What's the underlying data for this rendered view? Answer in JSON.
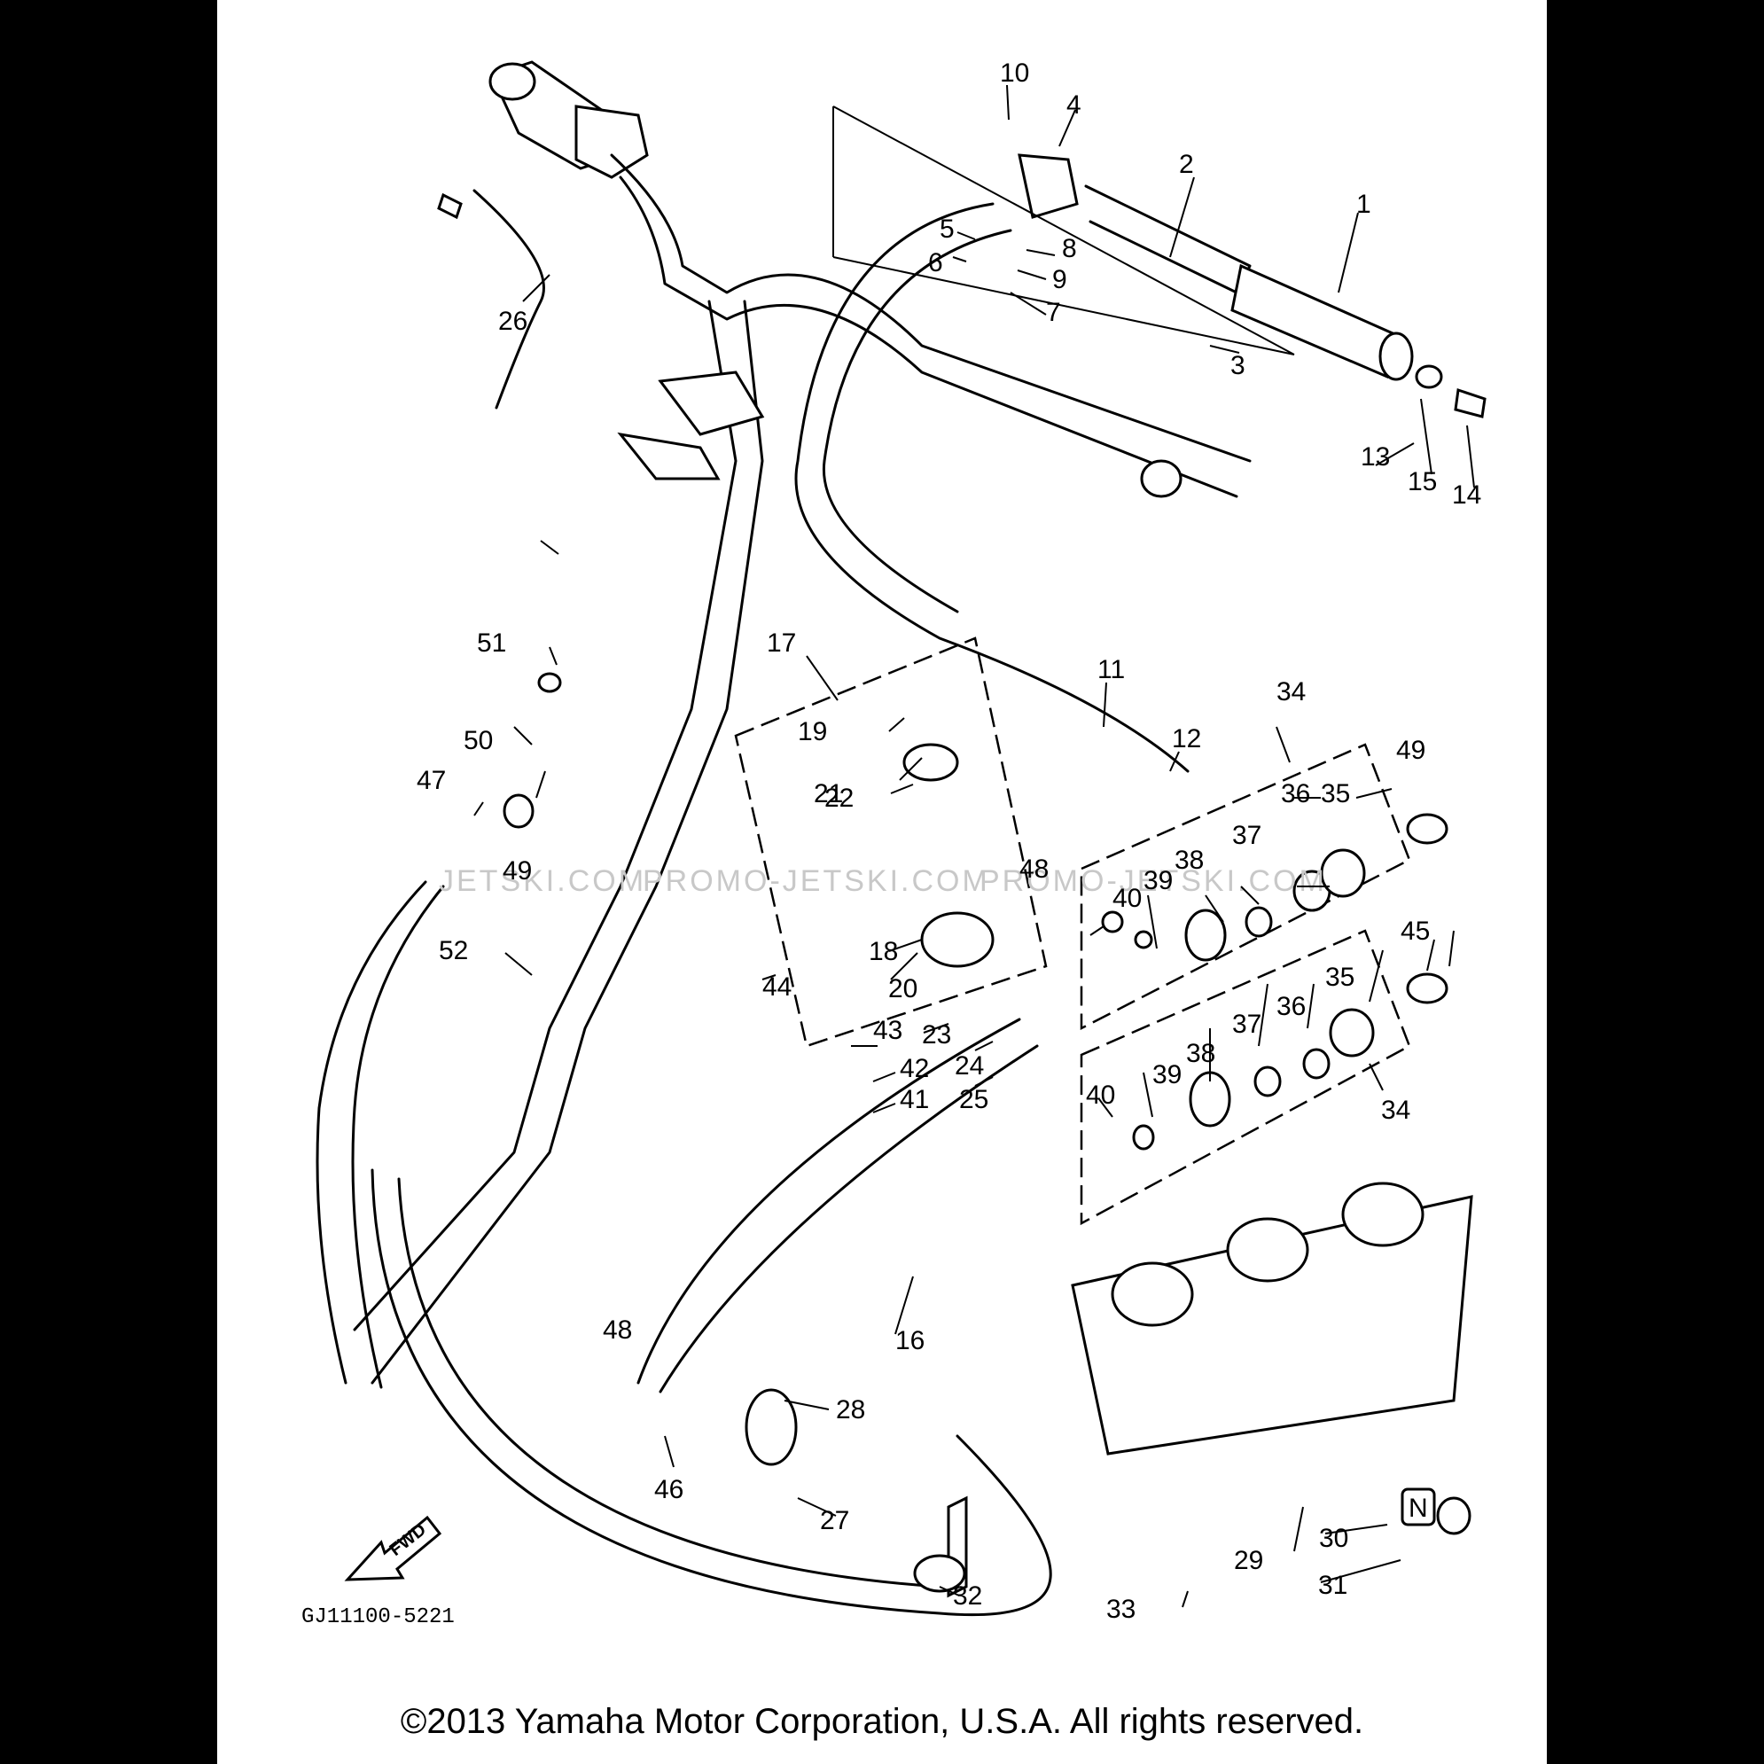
{
  "diagram": {
    "drawing_code": "GJ11100-5221",
    "direction_arrow_label": "FWD",
    "neutral_cap_letter": "N",
    "watermarks": [
      "JETSKI.COM",
      "PROMO-JETSKI.COM",
      "PROMO-JETSKI.COM"
    ],
    "callouts": [
      "1",
      "2",
      "3",
      "4",
      "5",
      "6",
      "7",
      "8",
      "9",
      "10",
      "11",
      "12",
      "13",
      "14",
      "15",
      "16",
      "17",
      "18",
      "19",
      "20",
      "21",
      "22",
      "23",
      "24",
      "25",
      "26",
      "27",
      "28",
      "29",
      "30",
      "31",
      "32",
      "33",
      "34",
      "34",
      "35",
      "35",
      "36",
      "36",
      "37",
      "37",
      "38",
      "38",
      "39",
      "39",
      "40",
      "40",
      "41",
      "42",
      "43",
      "44",
      "45",
      "46",
      "47",
      "48",
      "48",
      "49",
      "49",
      "50",
      "51",
      "52"
    ]
  },
  "copyright": "©2013 Yamaha Motor Corporation, U.S.A. All rights reserved."
}
